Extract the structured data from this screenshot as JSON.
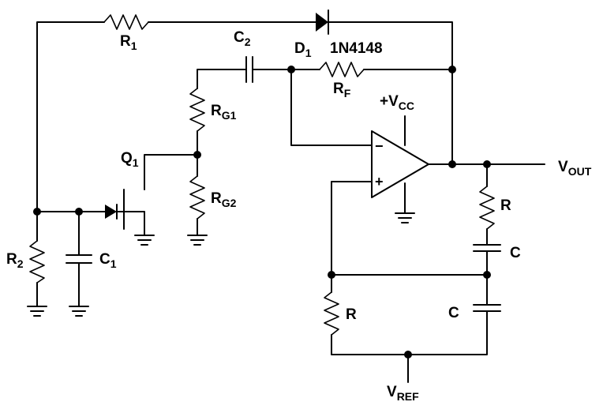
{
  "labels": {
    "r1": {
      "main": "R",
      "sub": "1"
    },
    "r2": {
      "main": "R",
      "sub": "2"
    },
    "c1": {
      "main": "C",
      "sub": "1"
    },
    "c2": {
      "main": "C",
      "sub": "2"
    },
    "q1": {
      "main": "Q",
      "sub": "1"
    },
    "rg1": {
      "main": "R",
      "sub": "G1"
    },
    "rg2": {
      "main": "R",
      "sub": "G2"
    },
    "d1": {
      "main": "D",
      "sub": "1"
    },
    "diode_part": "1N4148",
    "rf": {
      "main": "R",
      "sub": "F"
    },
    "vcc": {
      "main": "+V",
      "sub": "CC"
    },
    "vout": {
      "main": "V",
      "sub": "OUT"
    },
    "vref": {
      "main": "V",
      "sub": "REF"
    },
    "r_upper": "R",
    "c_upper": "C",
    "r_lower": "R",
    "c_lower": "C",
    "opamp_minus": "−",
    "opamp_plus": "+"
  }
}
